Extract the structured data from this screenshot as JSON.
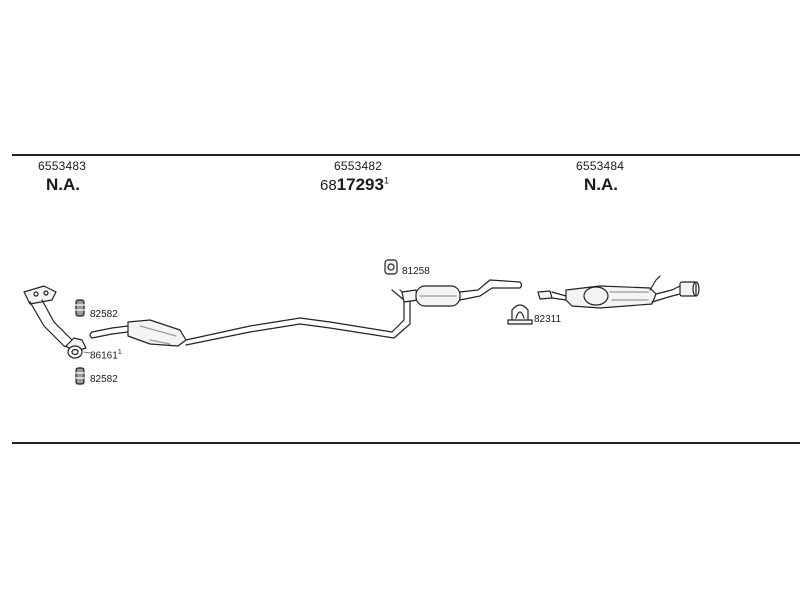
{
  "sections": [
    {
      "part_number": "6553483",
      "code": "N.A."
    },
    {
      "part_number": "6553482",
      "code_prefix": "68",
      "code": "17293",
      "code_superscript": "1"
    },
    {
      "part_number": "6553484",
      "code": "N.A."
    }
  ],
  "callouts": {
    "c82582_top": "82582",
    "c86161": "86161",
    "c86161_sup": "1",
    "c82582_bottom": "82582",
    "c81258": "81258",
    "c82311": "82311"
  },
  "colors": {
    "line": "#222222",
    "part_fill": "#f4f4f4",
    "shade": "#9a9a9a"
  }
}
